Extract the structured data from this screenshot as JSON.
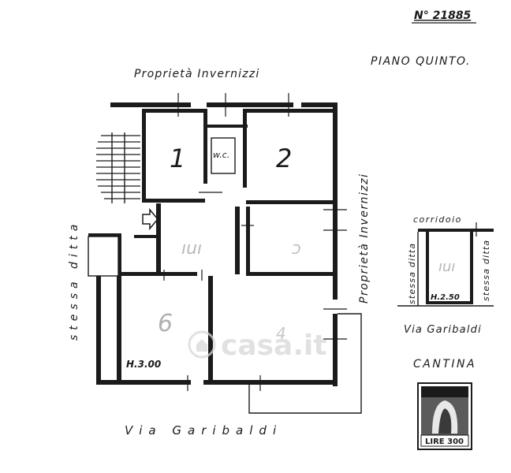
{
  "document_number": "N° 21885",
  "floor_title": "PIANO QUINTO.",
  "neighbors": {
    "top": "Proprietà Invernizzi",
    "right": "Proprietà Invernizzi",
    "left": "stessa ditta",
    "bottom": "Via Garibaldi"
  },
  "rooms": {
    "room_1": "1",
    "room_2": "2",
    "room_wc": "w.c.",
    "bottom_left_height": "H.3.00"
  },
  "cellar": {
    "title": "CANTINA",
    "top_label": "corridoio",
    "left_label": "stessa ditta",
    "right_label": "stessa ditta",
    "height": "H.2.50",
    "street": "Via Garibaldi"
  },
  "stamp": {
    "text": "LIRE 300"
  },
  "watermark": "casa.it"
}
